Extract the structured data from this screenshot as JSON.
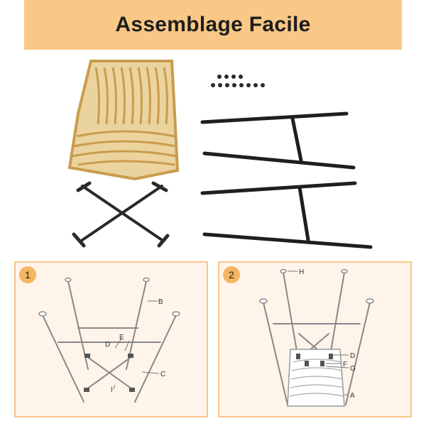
{
  "banner": {
    "title": "Assemblage Facile"
  },
  "steps": [
    {
      "number": "1",
      "labels": {
        "b": "B",
        "c": "C",
        "d": "D",
        "e": "E",
        "i": "I"
      }
    },
    {
      "number": "2",
      "labels": {
        "h": "H",
        "d": "D",
        "f": "F",
        "g": "G",
        "a": "A"
      }
    }
  ],
  "colors": {
    "banner": "#F9C886",
    "panel_bg": "#FEF4EA",
    "panel_border": "#F5C58A",
    "badge": "#F6B561",
    "rattan": "#D9B56C",
    "metal": "#2a2a2a"
  }
}
